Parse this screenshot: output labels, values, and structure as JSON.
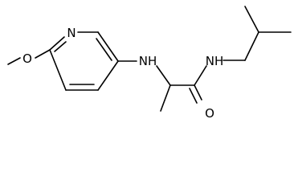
{
  "molecule": {
    "atom_labels": {
      "methoxy_oxygen": "O",
      "pyridine_nitrogen": "N",
      "amine_nh": "NH",
      "amide_nh": "NH",
      "carbonyl_oxygen": "O"
    }
  },
  "colors": {
    "bond": "#000000",
    "label": "#000000",
    "background": "#ffffff"
  }
}
